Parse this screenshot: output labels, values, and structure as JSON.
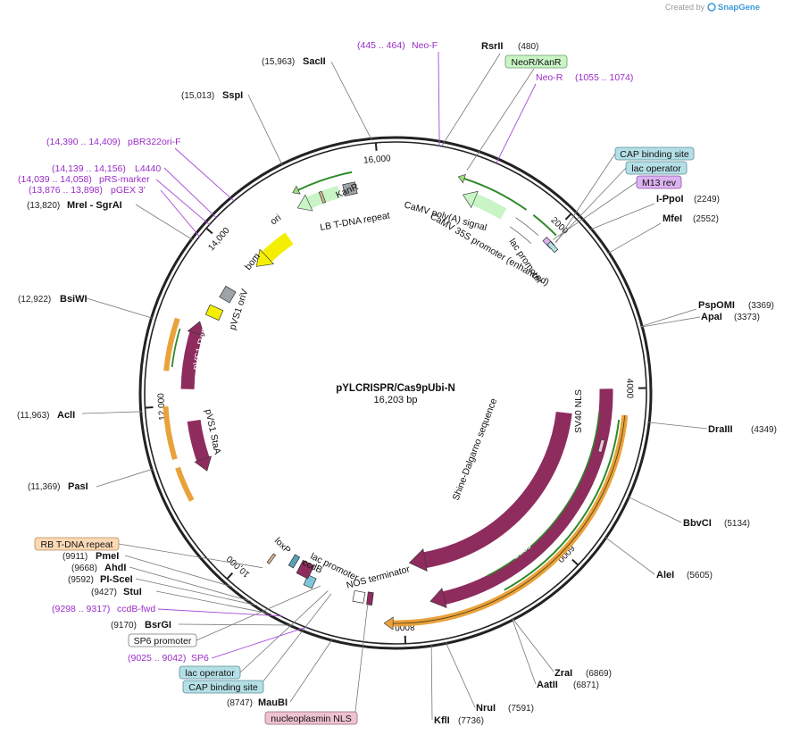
{
  "plasmid": {
    "name": "pYLCRISPR/Cas9pUbi-N",
    "length_label": "16,203 bp",
    "length": 16203
  },
  "branding": {
    "created_by": "Created by",
    "product": "SnapGene"
  },
  "ticks": [
    {
      "pos": 2000,
      "label": "2000"
    },
    {
      "pos": 4000,
      "label": "4000"
    },
    {
      "pos": 6000,
      "label": "6000"
    },
    {
      "pos": 8000,
      "label": "8000"
    },
    {
      "pos": 10000,
      "label": "10,000"
    },
    {
      "pos": 12000,
      "label": "12,000"
    },
    {
      "pos": 14000,
      "label": "14,000"
    },
    {
      "pos": 16000,
      "label": "16,000"
    }
  ],
  "sites": [
    {
      "name": "RsrII",
      "pos_label": "(480)",
      "pos": 480
    },
    {
      "name": "I-PpoI",
      "pos_label": "(2249)",
      "pos": 2249
    },
    {
      "name": "MfeI",
      "pos_label": "(2552)",
      "pos": 2552
    },
    {
      "name": "PspOMI",
      "pos_label": "(3369)",
      "pos": 3369
    },
    {
      "name": "ApaI",
      "pos_label": "(3373)",
      "pos": 3373
    },
    {
      "name": "DraIII",
      "pos_label": "(4349)",
      "pos": 4349
    },
    {
      "name": "BbvCI",
      "pos_label": "(5134)",
      "pos": 5134
    },
    {
      "name": "AleI",
      "pos_label": "(5605)",
      "pos": 5605
    },
    {
      "name": "ZraI",
      "pos_label": "(6869)",
      "pos": 6869
    },
    {
      "name": "AatII",
      "pos_label": "(6871)",
      "pos": 6871
    },
    {
      "name": "NruI",
      "pos_label": "(7591)",
      "pos": 7591
    },
    {
      "name": "KflI",
      "pos_label": "(7736)",
      "pos": 7736
    },
    {
      "name": "MauBI",
      "pos_label": "(8747)",
      "pos": 8747
    },
    {
      "name": "BsrGI",
      "pos_label": "(9170)",
      "pos": 9170
    },
    {
      "name": "StuI",
      "pos_label": "(9427)",
      "pos": 9427
    },
    {
      "name": "PI-SceI",
      "pos_label": "(9592)",
      "pos": 9592
    },
    {
      "name": "AhdI",
      "pos_label": "(9668)",
      "pos": 9668
    },
    {
      "name": "PmeI",
      "pos_label": "(9911)",
      "pos": 9911
    },
    {
      "name": "PasI",
      "pos_label": "(11,369)",
      "pos": 11369
    },
    {
      "name": "AclI",
      "pos_label": "(11,963)",
      "pos": 11963
    },
    {
      "name": "BsiWI",
      "pos_label": "(12,922)",
      "pos": 12922
    },
    {
      "name": "MreI - SgrAI",
      "pos_label": "(13,820)",
      "pos": 13820
    },
    {
      "name": "SspI",
      "pos_label": "(15,013)",
      "pos": 15013
    },
    {
      "name": "SacII",
      "pos_label": "(15,963)",
      "pos": 15963
    }
  ],
  "primers": [
    {
      "name": "Neo-F",
      "range_label": "(445 .. 464)",
      "pos": 455
    },
    {
      "name": "Neo-R",
      "range_label": "(1055 .. 1074)",
      "pos": 1065
    },
    {
      "name": "pBR322ori-F",
      "range_label": "(14,390 .. 14,409)",
      "pos": 14400
    },
    {
      "name": "L4440",
      "range_label": "(14,139 .. 14,156)",
      "pos": 14148
    },
    {
      "name": "pRS-marker",
      "range_label": "(14,039 .. 14,058)",
      "pos": 14048
    },
    {
      "name": "pGEX 3'",
      "range_label": "(13,876 .. 13,898)",
      "pos": 13887
    },
    {
      "name": "ccdB-fwd",
      "range_label": "(9298 .. 9317)",
      "pos": 9308
    },
    {
      "name": "SP6",
      "range_label": "(9025 .. 9042)",
      "pos": 9033
    }
  ],
  "boxed_features": [
    {
      "name": "NeoR/KanR",
      "style": "green"
    },
    {
      "name": "CAP binding site",
      "style": "teal"
    },
    {
      "name": "lac operator",
      "style": "teal"
    },
    {
      "name": "M13 rev",
      "style": "violet"
    },
    {
      "name": "RB T-DNA repeat",
      "style": "peach"
    },
    {
      "name": "SP6 promoter",
      "style": "white"
    },
    {
      "name": "lac operator",
      "style": "teal"
    },
    {
      "name": "CAP binding site",
      "style": "teal"
    },
    {
      "name": "nucleoplasmin NLS",
      "style": "pink"
    }
  ],
  "feature_labels": [
    "KanR",
    "ori",
    "bom",
    "pVS1 oriV",
    "pVS1 RepA",
    "pVS1 StaA",
    "LB T-DNA repeat",
    "CaMV poly(A) signal",
    "CaMV 35S promoter (enhanced)",
    "lac promoter",
    "SV40 NLS",
    "Shine-Dalgarno sequence",
    "Cas9",
    "Cas9",
    "NOS terminator",
    "lac promoter",
    "ccdB",
    "loxP"
  ],
  "colors": {
    "backbone": "#222222",
    "cas9": "#8e2c5e",
    "green_feature": "#c9f5c6",
    "orange_feature": "#e9a23b",
    "yellow_feature": "#f4ee00",
    "grey_feature": "#9ea3a8",
    "primer": "#9a2cc8",
    "teal_box": "#b5dfe6",
    "violet_box": "#dcb2f0",
    "peach_box": "#fbd9b5",
    "pink_box": "#eec3d0"
  }
}
